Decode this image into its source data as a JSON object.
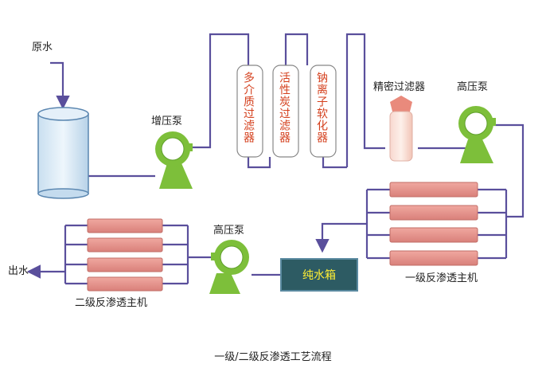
{
  "title": "一级/二级反渗透工艺流程",
  "labels": {
    "raw_water": "原水",
    "booster_pump": "增压泵",
    "multimedia_filter": "多介质过滤器",
    "carbon_filter": "活性炭过滤器",
    "softener": "钠离子软化器",
    "precision_filter": "精密过滤器",
    "high_pressure_pump_1": "高压泵",
    "high_pressure_pump_2": "高压泵",
    "primary_ro": "一级反渗透主机",
    "pure_water_tank": "纯水箱",
    "secondary_ro": "二级反渗透主机",
    "outlet": "出水"
  },
  "colors": {
    "pipe": "#5a4f9c",
    "pump": "#7dbf3a",
    "membrane": "#e08a8a",
    "tank": "#2d5b63",
    "filter_text": "#d43f1c",
    "pure_water_text": "#ffee33"
  }
}
